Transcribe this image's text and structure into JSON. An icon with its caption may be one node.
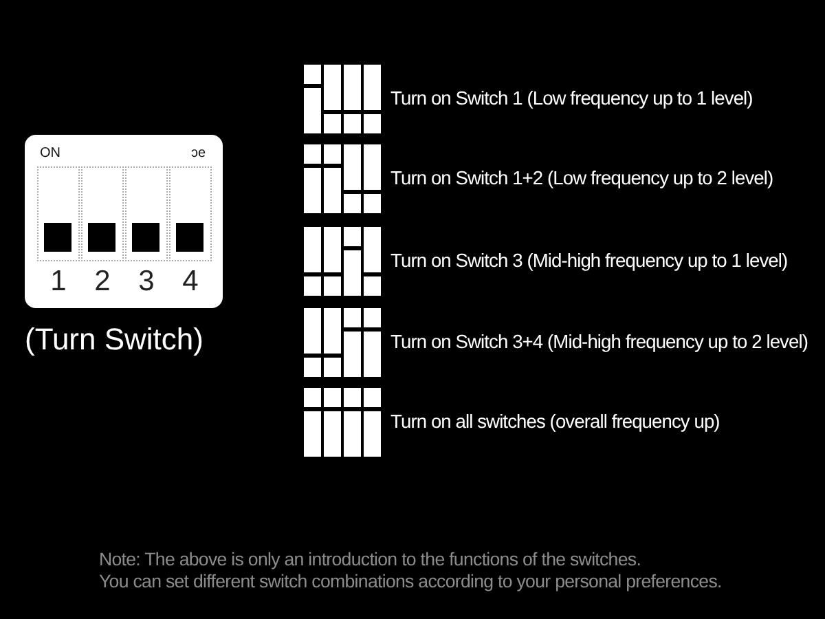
{
  "diagram": {
    "nodes": [
      {
        "text": [
          "ON",
          "ɔe"
        ],
        "beside": [
          "(Turn Switch)"
        ]
      },
      {
        "text": [],
        "shape": "box",
        "in": 0,
        "beside": [
          "1"
        ]
      },
      {
        "text": [],
        "shape": "box",
        "in": 0,
        "beside": [
          "2"
        ]
      },
      {
        "text": [],
        "shape": "box",
        "in": 0,
        "beside": [
          "3"
        ]
      },
      {
        "text": [],
        "shape": "box",
        "in": 0,
        "beside": [
          "4"
        ]
      },
      {
        "text": [],
        "shape": "picture",
        "beside": [
          "Turn on Switch 1 (Low frequency up to 1 level)"
        ]
      },
      {
        "text": [],
        "shape": "picture",
        "beside": [
          "Turn on Switch 1+2 (Low frequency up to 2 level)"
        ]
      },
      {
        "text": [],
        "shape": "picture",
        "beside": [
          "Turn on Switch 3 (Mid-high frequency up to 1 level)"
        ]
      },
      {
        "text": [],
        "shape": "picture",
        "beside": [
          "Turn on Switch 3+4 (Mid-high frequency up to 2 level)"
        ]
      },
      {
        "text": [],
        "shape": "picture",
        "beside": [
          "Turn on all switches (overall frequency up)"
        ]
      }
    ],
    "labels": [
      "Note: The above is only an introduction to the functions of the switches.",
      "You can set different switch combinations according to your personal preferences."
    ]
  }
}
